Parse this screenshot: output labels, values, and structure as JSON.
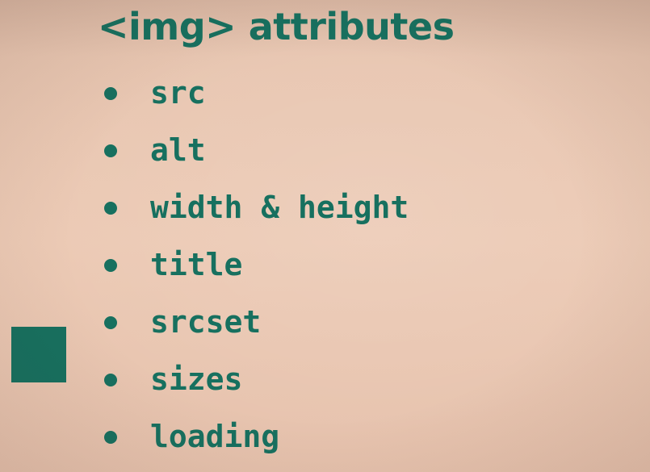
{
  "colors": {
    "accent": "#17705f",
    "background": "#ecc9b3"
  },
  "slide": {
    "title": "<img> attributes",
    "bullets": [
      {
        "label": "src"
      },
      {
        "label": "alt"
      },
      {
        "label": "width & height"
      },
      {
        "label": "title"
      },
      {
        "label": "srcset"
      },
      {
        "label": "sizes"
      },
      {
        "label": "loading"
      }
    ]
  }
}
